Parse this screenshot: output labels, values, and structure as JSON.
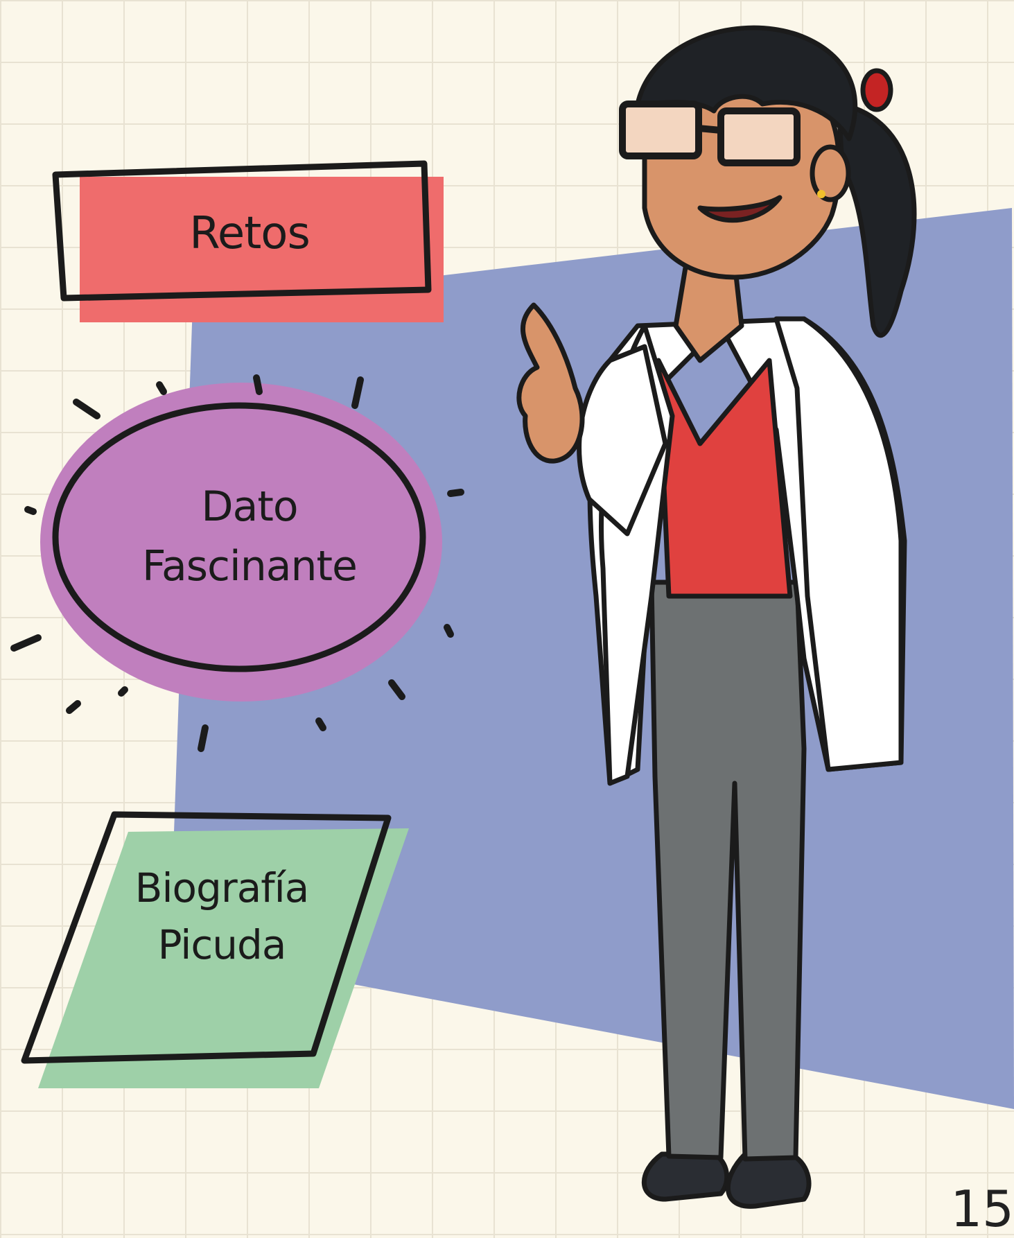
{
  "labels": {
    "retos": "Retos",
    "dato_line1": "Dato",
    "dato_line2": "Fascinante",
    "bio_line1": "Biografía",
    "bio_line2": "Picuda"
  },
  "page_number": "15",
  "colors": {
    "background": "#fbf7ea",
    "blue_panel": "#8f9cca",
    "retos_red": "#ef6c6c",
    "dato_purple": "#c07fbe",
    "bio_green": "#9ed0a8",
    "shirt_red": "#e0413f",
    "pants_gray": "#6d7172",
    "coat_white": "#ffffff",
    "skin": "#d8946a",
    "hair": "#1f2226"
  },
  "icons": [
    "scientist-character-illustration",
    "burst-marks"
  ]
}
